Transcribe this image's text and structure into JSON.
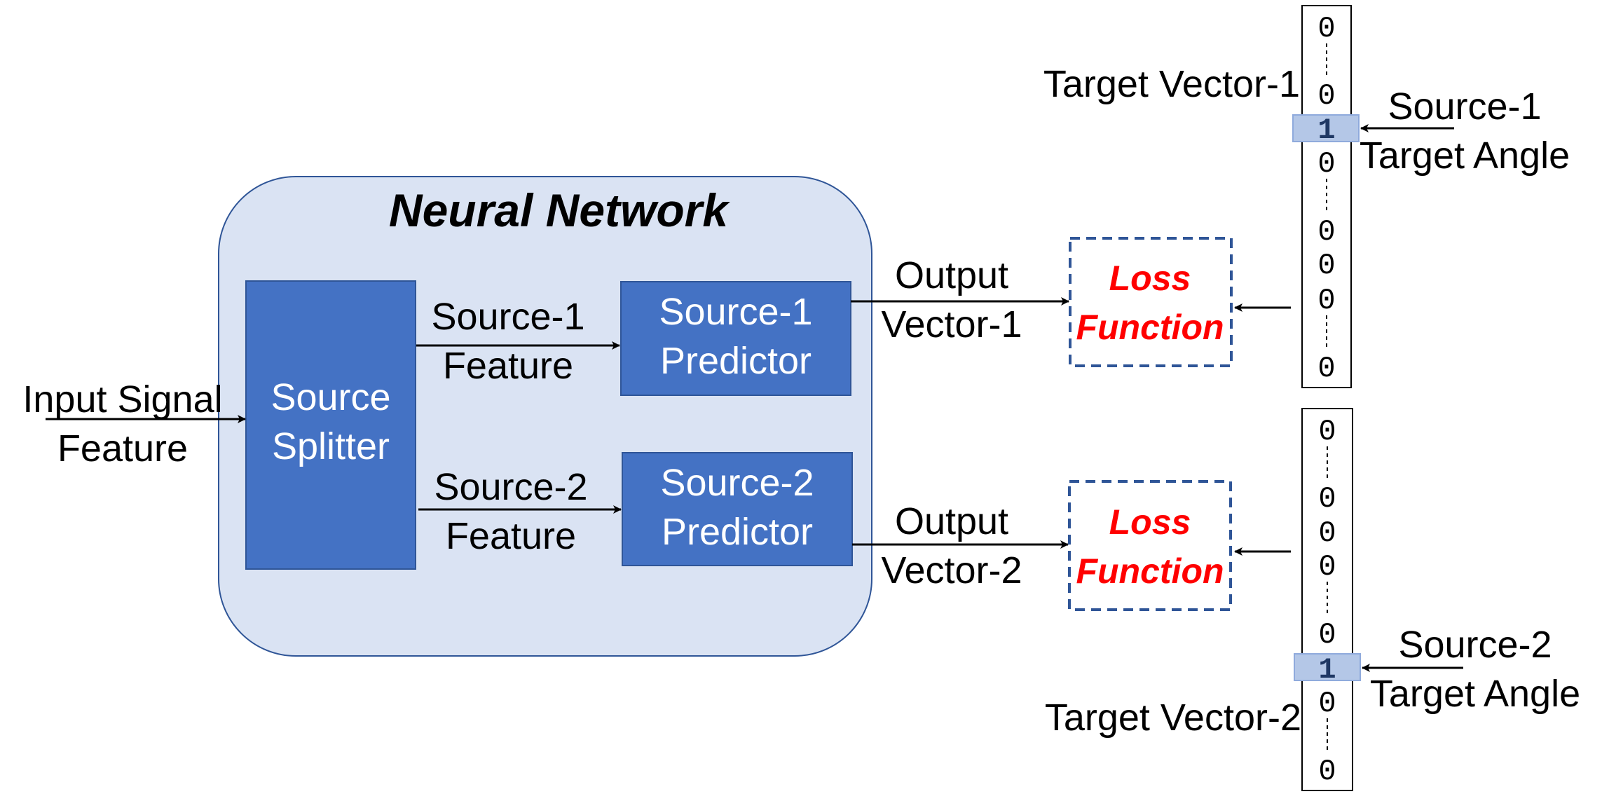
{
  "colors": {
    "nn_fill": "#dae3f3",
    "nn_stroke": "#2f5597",
    "block_fill": "#4472c4",
    "block_stroke": "#2f5597",
    "loss_text": "#ff0000",
    "loss_border": "#2f5597",
    "highlight_fill": "#b4c7e7"
  },
  "neural_network": {
    "title": "Neural Network",
    "splitter": {
      "line1": "Source",
      "line2": "Splitter"
    },
    "predictor1": {
      "line1": "Source-1",
      "line2": "Predictor"
    },
    "predictor2": {
      "line1": "Source-2",
      "line2": "Predictor"
    },
    "feature1": {
      "line1": "Source-1",
      "line2": "Feature"
    },
    "feature2": {
      "line1": "Source-2",
      "line2": "Feature"
    }
  },
  "input": {
    "line1": "Input Signal",
    "line2": "Feature"
  },
  "outputs": [
    {
      "line1": "Output",
      "line2": "Vector-1"
    },
    {
      "line1": "Output",
      "line2": "Vector-2"
    }
  ],
  "loss_functions": [
    {
      "line1": "Loss",
      "line2": "Function"
    },
    {
      "line1": "Loss",
      "line2": "Function"
    }
  ],
  "target_vectors": [
    {
      "label": "Target Vector-1",
      "cells": [
        "0",
        "0",
        "1",
        "0",
        "0",
        "0",
        "0",
        "0"
      ]
    },
    {
      "label": "Target Vector-2",
      "cells": [
        "0",
        "0",
        "0",
        "0",
        "0",
        "1",
        "0",
        "0"
      ]
    }
  ],
  "target_angles": [
    {
      "line1": "Source-1",
      "line2": "Target Angle"
    },
    {
      "line1": "Source-2",
      "line2": "Target Angle"
    }
  ]
}
